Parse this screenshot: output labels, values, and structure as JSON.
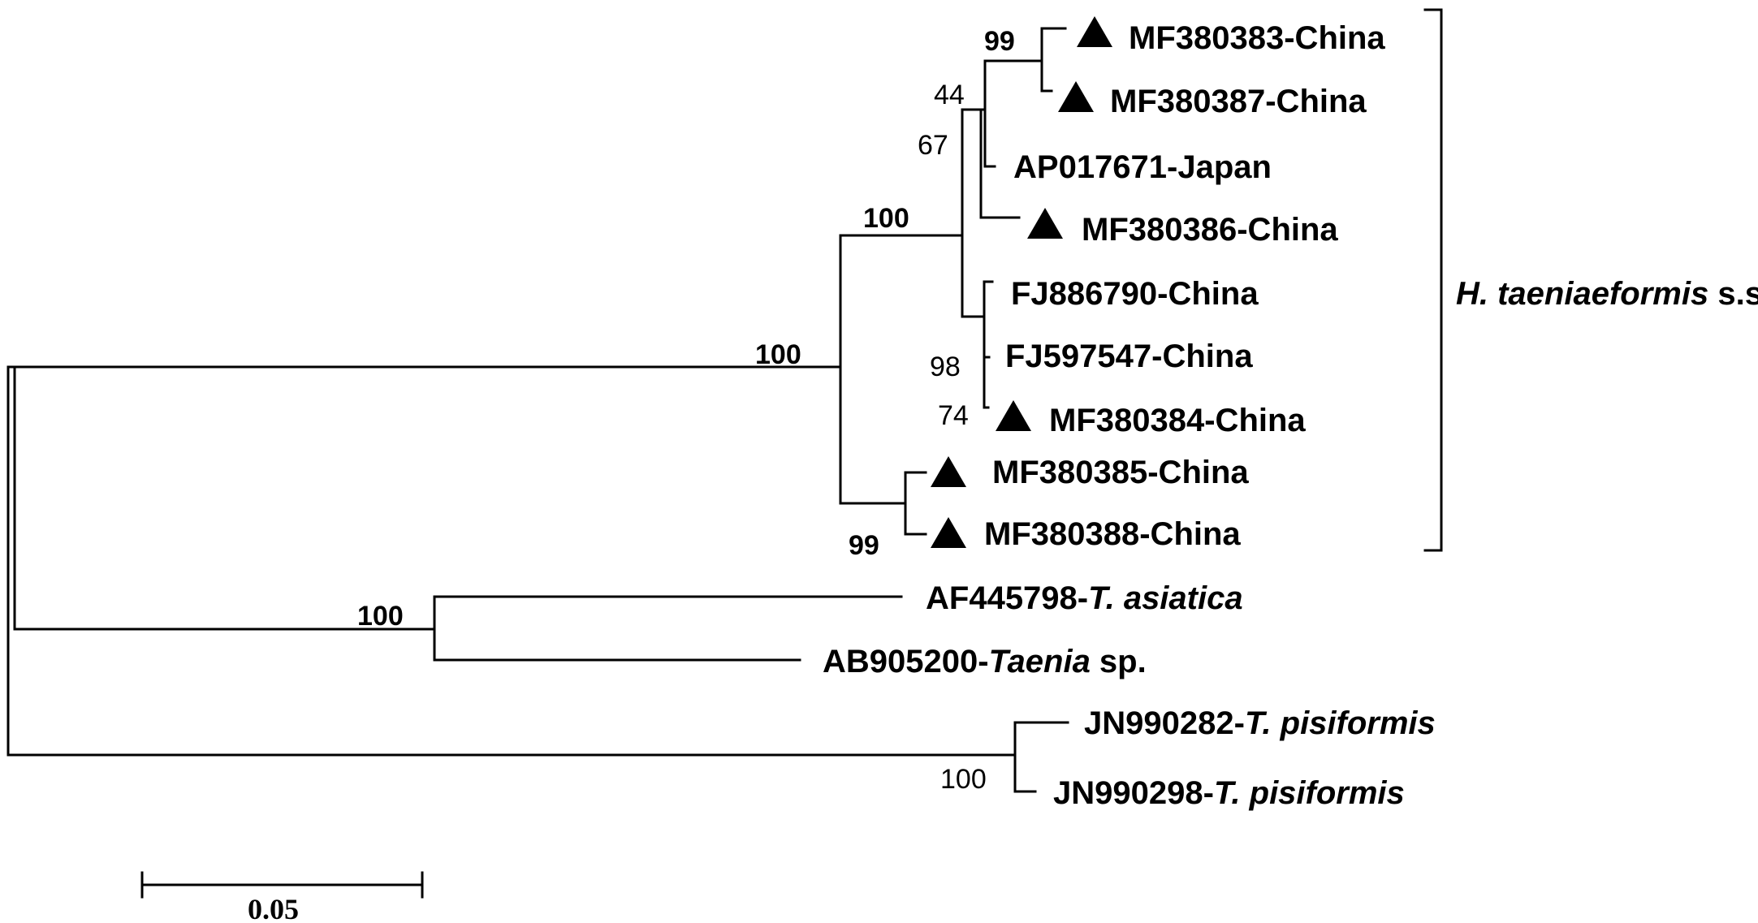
{
  "tips": {
    "mf380383": {
      "accession": "MF380383",
      "suffix": "-China",
      "taxon": ""
    },
    "mf380387": {
      "accession": "MF380387",
      "suffix": "-China",
      "taxon": ""
    },
    "ap017671": {
      "accession": "AP017671",
      "suffix": "-Japan",
      "taxon": ""
    },
    "mf380386": {
      "accession": "MF380386",
      "suffix": "-China",
      "taxon": ""
    },
    "fj886790": {
      "accession": "FJ886790",
      "suffix": "-China",
      "taxon": ""
    },
    "fj597547": {
      "accession": "FJ597547",
      "suffix": "-China",
      "taxon": ""
    },
    "mf380384": {
      "accession": "MF380384",
      "suffix": "-China",
      "taxon": ""
    },
    "mf380385": {
      "accession": "MF380385",
      "suffix": "-China",
      "taxon": ""
    },
    "mf380388": {
      "accession": "MF380388",
      "suffix": "-China",
      "taxon": ""
    },
    "af445798": {
      "accession": "AF445798",
      "suffix": "-",
      "taxon": "T. asiatica",
      "tail": ""
    },
    "ab905200": {
      "accession": "AB905200",
      "suffix": "-",
      "taxon": "Taenia",
      "tail": " sp."
    },
    "jn990282": {
      "accession": "JN990282",
      "suffix": "-",
      "taxon": "T. pisiformis",
      "tail": ""
    },
    "jn990298": {
      "accession": "JN990298",
      "suffix": "-",
      "taxon": "T. pisiformis",
      "tail": ""
    }
  },
  "support": {
    "s99_top": "99",
    "s44": "44",
    "s67": "67",
    "s100_inner": "100",
    "s100_main": "100",
    "s98": "98",
    "s74": "74",
    "s99_bottom": "99",
    "s100_taenia": "100",
    "s100_pisiformis": "100"
  },
  "clade_label": {
    "genus": "H. taeniaeformis",
    "rest": " s.s"
  },
  "scale_bar": {
    "label": "0.05",
    "value": 0.05
  },
  "marker_shape": "filled-triangle"
}
